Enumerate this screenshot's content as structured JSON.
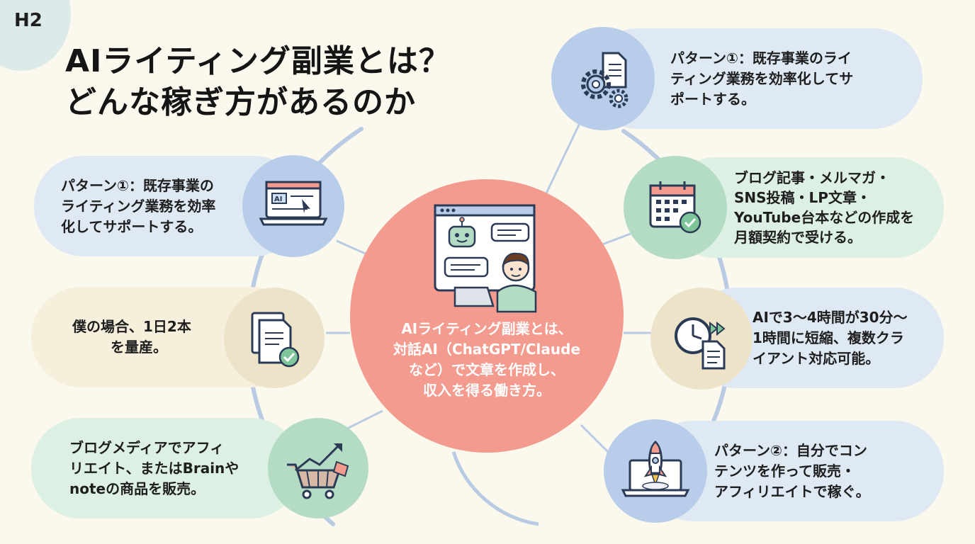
{
  "badge": "H2",
  "title": {
    "line1": "AIライティング副業とは？",
    "line2": "どんな稼ぎ方があるのか"
  },
  "center": {
    "lines": [
      "AIライティング副業とは、",
      "対話AI（ChatGPT/Claude",
      "など）で文章を作成し、",
      "収入を得る働き方。"
    ]
  },
  "left": [
    {
      "lines": [
        "パターン①：既存事業の",
        "ライティング業務を効率",
        "化してサポートする。"
      ],
      "icon": "laptop-ai-icon"
    },
    {
      "lines": [
        "僕の場合、1日2本",
        "を量産。"
      ],
      "icon": "documents-check-icon"
    },
    {
      "lines": [
        "ブログメディアでアフィ",
        "リエイト、またはBrainや",
        "noteの商品を販売。"
      ],
      "icon": "shopping-cart-icon"
    }
  ],
  "right": [
    {
      "lines": [
        "パターン①：既存事業のライ",
        "ティング業務を効率化してサ",
        "ポートする。"
      ],
      "icon": "gears-document-icon"
    },
    {
      "lines": [
        "ブログ記事・メルマガ・",
        "SNS投稿・LP文章・",
        "YouTube台本などの作成を",
        "月額契約で受ける。"
      ],
      "icon": "calendar-check-icon"
    },
    {
      "lines": [
        "AIで3〜4時間が30分〜",
        "1時間に短縮、複数クラ",
        "イアント対応可能。"
      ],
      "icon": "clock-fast-icon"
    },
    {
      "lines": [
        "パターン②：自分でコン",
        "テンツを作って販売・",
        "アフィリエイトで稼ぐ。"
      ],
      "icon": "rocket-laptop-icon"
    }
  ],
  "colors": {
    "background": "#fbf8ee",
    "center": "#f29b8e",
    "blue": "#dfe9f4",
    "blue_circle": "#b8cde9",
    "green": "#ddf0e4",
    "green_circle": "#b4dcc4",
    "beige": "#f6efdc",
    "beige_circle": "#ede3c9",
    "ring": "#b9cbe3"
  }
}
